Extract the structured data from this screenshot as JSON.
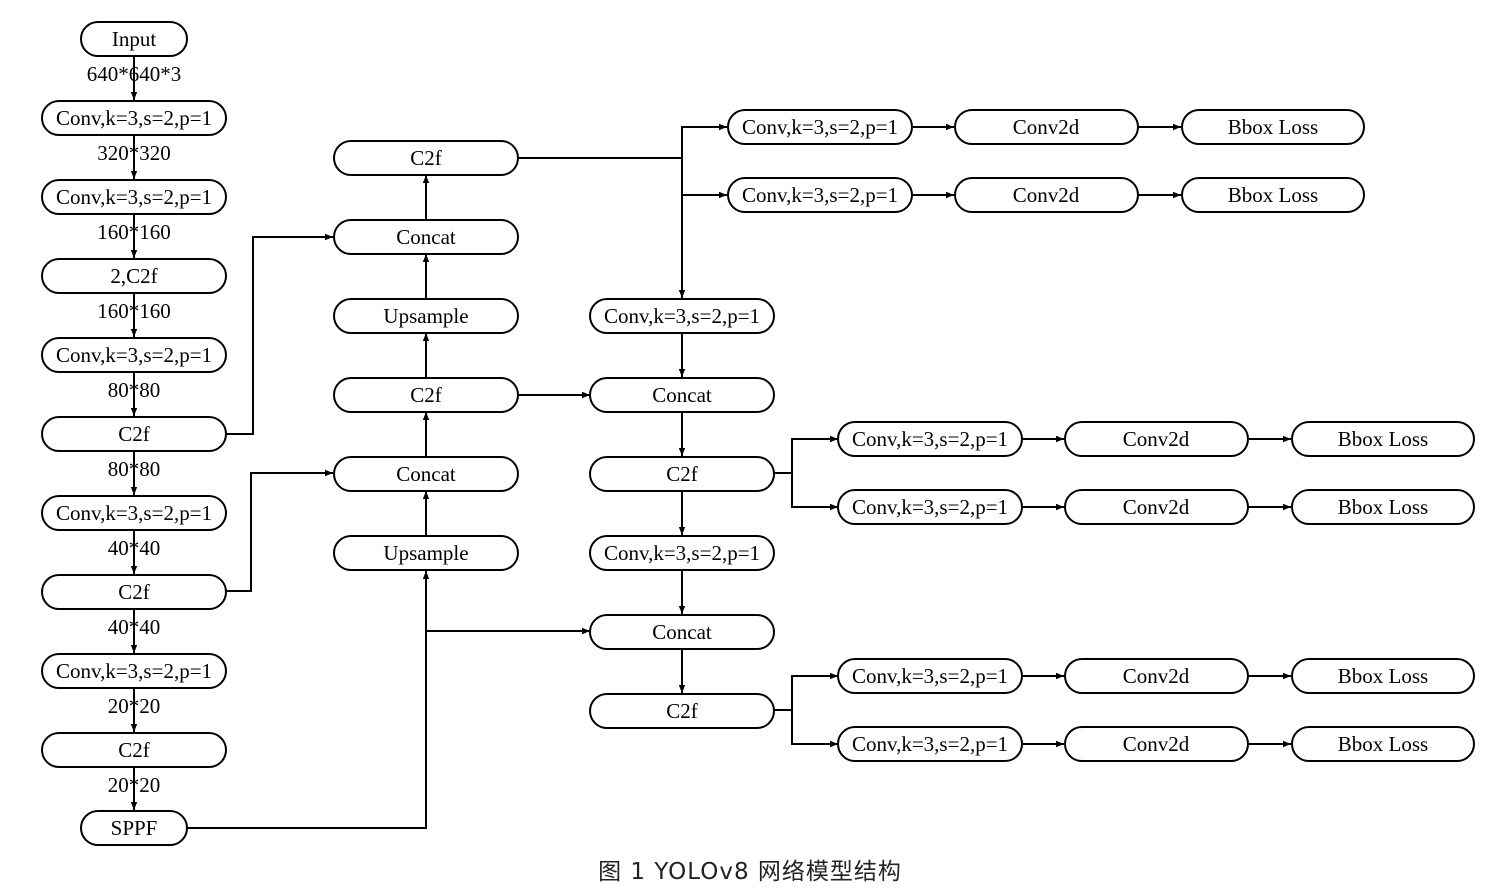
{
  "caption": "图 1   YOLOv8 网络模型结构",
  "backbone": {
    "input": "Input",
    "input_dim": "640*640*3",
    "conv1": "Conv,k=3,s=2,p=1",
    "dim1": "320*320",
    "conv2": "Conv,k=3,s=2,p=1",
    "dim2": "160*160",
    "c2f1": "2,C2f",
    "dim3": "160*160",
    "conv3": "Conv,k=3,s=2,p=1",
    "dim4": "80*80",
    "c2f2": "C2f",
    "dim5": "80*80",
    "conv4": "Conv,k=3,s=2,p=1",
    "dim6": "40*40",
    "c2f3": "C2f",
    "dim7": "40*40",
    "conv5": "Conv,k=3,s=2,p=1",
    "dim8": "20*20",
    "c2f4": "C2f",
    "dim9": "20*20",
    "sppf": "SPPF"
  },
  "neck": {
    "c2f_top": "C2f",
    "concat_top": "Concat",
    "upsample_top": "Upsample",
    "c2f_mid": "C2f",
    "concat_mid": "Concat",
    "upsample_low": "Upsample",
    "conv_pan1": "Conv,k=3,s=2,p=1",
    "concat_pan1": "Concat",
    "c2f_pan1": "C2f",
    "conv_pan2": "Conv,k=3,s=2,p=1",
    "concat_pan2": "Concat",
    "c2f_pan2": "C2f"
  },
  "heads": [
    {
      "conv": "Conv,k=3,s=2,p=1",
      "conv2d": "Conv2d",
      "loss": "Bbox Loss"
    },
    {
      "conv": "Conv,k=3,s=2,p=1",
      "conv2d": "Conv2d",
      "loss": "Bbox Loss"
    },
    {
      "conv": "Conv,k=3,s=2,p=1",
      "conv2d": "Conv2d",
      "loss": "Bbox Loss"
    },
    {
      "conv": "Conv,k=3,s=2,p=1",
      "conv2d": "Conv2d",
      "loss": "Bbox Loss"
    },
    {
      "conv": "Conv,k=3,s=2,p=1",
      "conv2d": "Conv2d",
      "loss": "Bbox Loss"
    },
    {
      "conv": "Conv,k=3,s=2,p=1",
      "conv2d": "Conv2d",
      "loss": "Bbox Loss"
    }
  ]
}
